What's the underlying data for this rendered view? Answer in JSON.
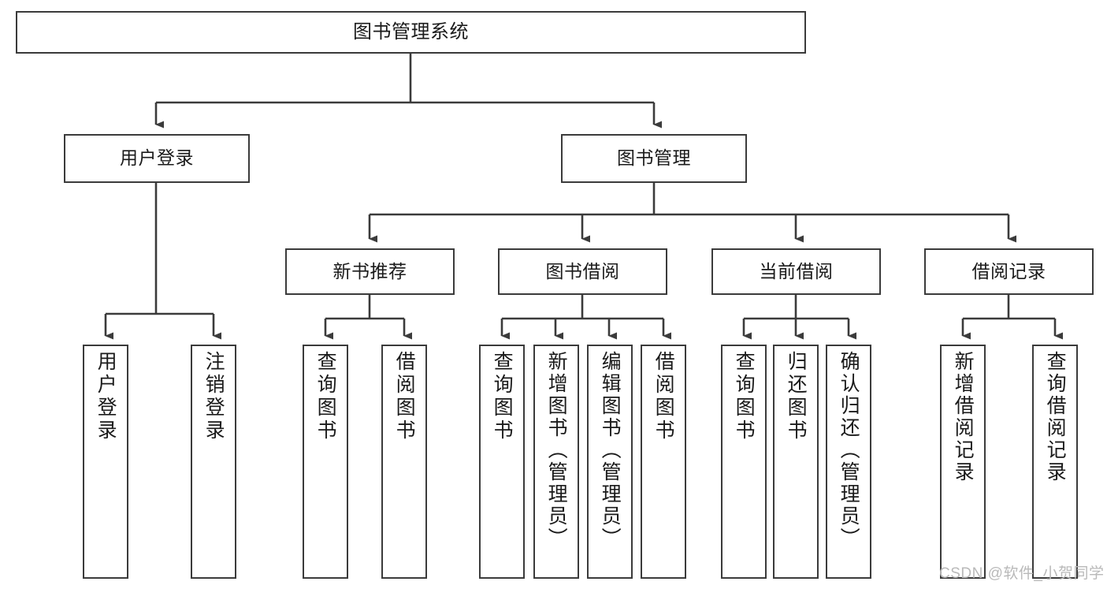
{
  "diagram": {
    "title": "图书管理系统",
    "type": "tree-hierarchy",
    "colors": {
      "box_border": "#3b3b3b",
      "box_fill": "#ffffff",
      "edge": "#3b3b3b",
      "text": "#1a1a1a",
      "watermark": "#b9b9b9"
    },
    "levels": {
      "root": {
        "label": "图书管理系统"
      },
      "level2": [
        {
          "label": "用户登录"
        },
        {
          "label": "图书管理"
        }
      ],
      "level3": [
        {
          "label": "新书推荐"
        },
        {
          "label": "图书借阅"
        },
        {
          "label": "当前借阅"
        },
        {
          "label": "借阅记录"
        }
      ],
      "leaves": {
        "user_login": [
          {
            "label": "用户登录"
          },
          {
            "label": "注销登录"
          }
        ],
        "new_book_recommend": [
          {
            "label": "查询图书"
          },
          {
            "label": "借阅图书"
          }
        ],
        "book_borrow": [
          {
            "label": "查询图书"
          },
          {
            "label": "新增图书（管理员）"
          },
          {
            "label": "编辑图书（管理员）"
          },
          {
            "label": "借阅图书"
          }
        ],
        "current_borrow": [
          {
            "label": "查询图书"
          },
          {
            "label": "归还图书"
          },
          {
            "label": "确认归还（管理员）"
          }
        ],
        "borrow_record": [
          {
            "label": "新增借阅记录"
          },
          {
            "label": "查询借阅记录"
          }
        ]
      }
    },
    "watermark": "CSDN @软件_小贺同学"
  }
}
